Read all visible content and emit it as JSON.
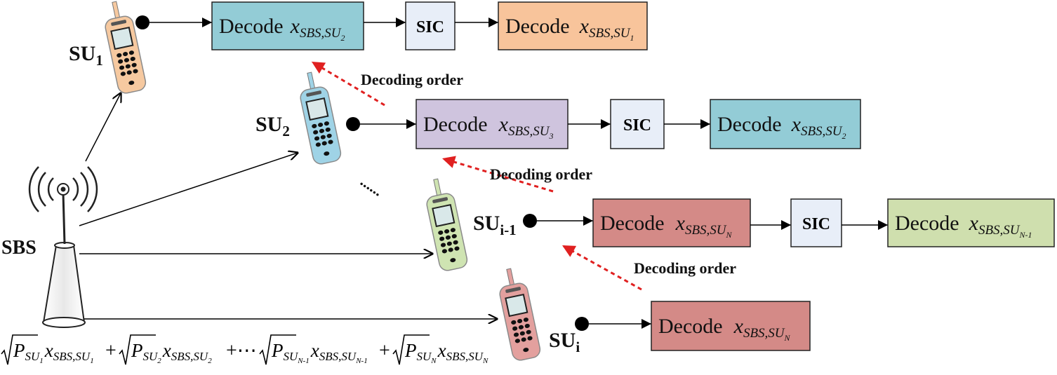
{
  "colors": {
    "box_teal": "#93ccd6",
    "box_orange": "#f8c49b",
    "box_purple": "#cfc4de",
    "box_red": "#d48a87",
    "box_green": "#cfdfae",
    "box_sic": "#e8eef8",
    "order_arrow": "#e02020",
    "phone_orange": "#f6c9a0",
    "phone_blue": "#9fd3e6",
    "phone_green": "#cfe4b2",
    "phone_red": "#e3a09e"
  },
  "icons": [
    "antenna-tower-icon",
    "mobile-phone-icon"
  ],
  "sbs_label": "SBS",
  "users": [
    {
      "base": "SU",
      "sub": "1"
    },
    {
      "base": "SU",
      "sub": "2"
    },
    {
      "base": "SU",
      "sub": "i-1"
    },
    {
      "base": "SU",
      "sub": "i"
    }
  ],
  "decode_word": "Decode",
  "sic_label": "SIC",
  "symbol": {
    "var": "x",
    "sub_prefix": "SBS,SU"
  },
  "rows": [
    {
      "decode1_idx": "2",
      "decode2_idx": "1"
    },
    {
      "decode1_idx": "3",
      "decode2_idx": "2"
    },
    {
      "decode1_idx": "N",
      "decode2_idx": "N-1"
    },
    {
      "decode1_idx": "N"
    }
  ],
  "decoding_order_label": "Decoding order",
  "dots": "......",
  "formula": {
    "power": "P",
    "sub": "SU",
    "idx": [
      "1",
      "2",
      "N-1",
      "N"
    ],
    "plus": "+",
    "cdots": "⋯"
  }
}
